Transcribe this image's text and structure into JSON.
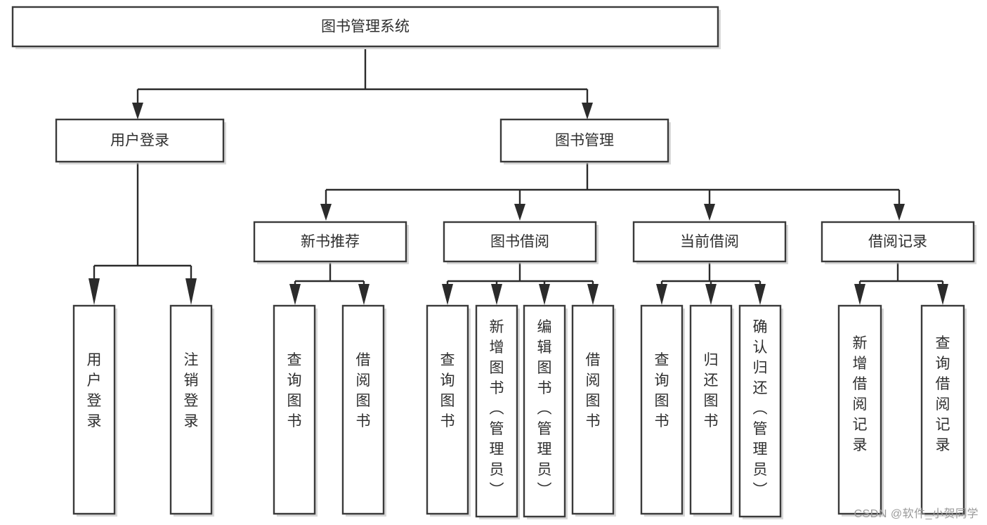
{
  "diagram": {
    "type": "tree",
    "title": "图书管理系统",
    "root": {
      "id": "root",
      "label": "图书管理系统",
      "level": 1
    },
    "level2": [
      {
        "id": "user-login",
        "label": "用户登录"
      },
      {
        "id": "book-manage",
        "label": "图书管理"
      }
    ],
    "level3": [
      {
        "id": "new-book-rec",
        "label": "新书推荐",
        "parent": "book-manage"
      },
      {
        "id": "book-borrow",
        "label": "图书借阅",
        "parent": "book-manage"
      },
      {
        "id": "current-borrow",
        "label": "当前借阅",
        "parent": "book-manage"
      },
      {
        "id": "borrow-record",
        "label": "借阅记录",
        "parent": "book-manage"
      }
    ],
    "leaves": [
      {
        "id": "leaf-user-login",
        "label": "用户登录",
        "parent": "user-login"
      },
      {
        "id": "leaf-logout",
        "label": "注销登录",
        "parent": "user-login"
      },
      {
        "id": "leaf-query-book-1",
        "label": "查询图书",
        "parent": "new-book-rec"
      },
      {
        "id": "leaf-borrow-book-1",
        "label": "借阅图书",
        "parent": "new-book-rec"
      },
      {
        "id": "leaf-query-book-2",
        "label": "查询图书",
        "parent": "book-borrow"
      },
      {
        "id": "leaf-add-book",
        "label": "新增图书（管理员）",
        "parent": "book-borrow"
      },
      {
        "id": "leaf-edit-book",
        "label": "编辑图书（管理员）",
        "parent": "book-borrow"
      },
      {
        "id": "leaf-borrow-book-2",
        "label": "借阅图书",
        "parent": "book-borrow"
      },
      {
        "id": "leaf-query-book-3",
        "label": "查询图书",
        "parent": "current-borrow"
      },
      {
        "id": "leaf-return-book",
        "label": "归还图书",
        "parent": "current-borrow"
      },
      {
        "id": "leaf-confirm-return",
        "label": "确认归还（管理员）",
        "parent": "current-borrow"
      },
      {
        "id": "leaf-add-record",
        "label": "新增借阅记录",
        "parent": "borrow-record"
      },
      {
        "id": "leaf-query-record",
        "label": "查询借阅记录",
        "parent": "borrow-record"
      }
    ]
  },
  "watermark": {
    "text": "CSDN @软件_小贺同学"
  },
  "colors": {
    "box_stroke": "#3a3a3a",
    "edge": "#2b2b2b",
    "text": "#2f2f2f",
    "background": "#ffffff",
    "watermark": "#9a9a9a"
  }
}
